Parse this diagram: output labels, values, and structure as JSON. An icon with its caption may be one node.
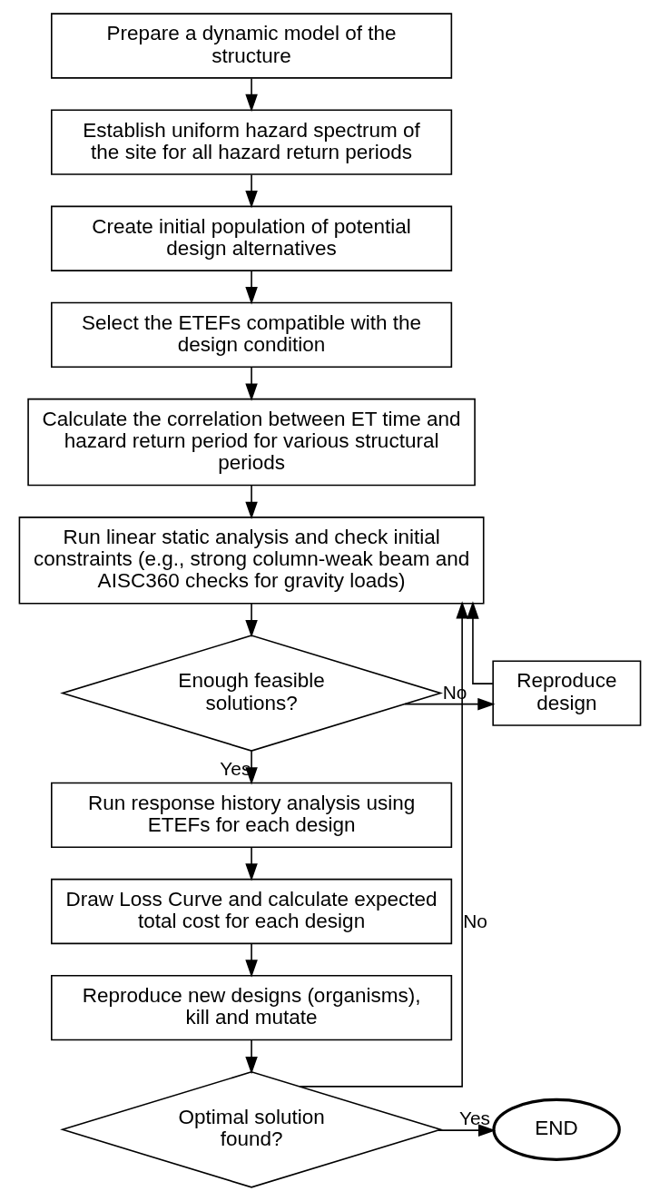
{
  "diagram": {
    "nodes": [
      {
        "text": [
          "Prepare a dynamic model of the structure"
        ]
      },
      {
        "text": [
          "Establish uniform hazard spectrum of the site for all hazard return periods"
        ]
      },
      {
        "text": [
          "Create initial population of potential design alternatives"
        ]
      },
      {
        "text": [
          "Select the ETEFs compatible with the design condition"
        ]
      },
      {
        "text": [
          "Calculate the correlation between ET time and hazard return period for various structural periods"
        ]
      },
      {
        "text": [
          "Run linear static analysis and check initial constraints (e.g., strong column-weak beam and AISC360 checks for gravity loads)"
        ]
      },
      {
        "text": [
          "Enough feasible solutions?"
        ]
      },
      {
        "text": [
          "Reproduce design"
        ]
      },
      {
        "text": [
          "Run response history analysis using ETEFs for each design"
        ]
      },
      {
        "text": [
          "Draw Loss Curve and calculate expected total cost for each design"
        ]
      },
      {
        "text": [
          "Reproduce new designs (organisms), kill and mutate"
        ]
      },
      {
        "text": [
          "Optimal solution found?"
        ]
      },
      {
        "text": [
          "END"
        ]
      }
    ],
    "edges": [
      {
        "from": 0,
        "to": 1,
        "arrow": "to"
      },
      {
        "from": 1,
        "to": 2,
        "arrow": "to"
      },
      {
        "from": 2,
        "to": 3,
        "arrow": "to"
      },
      {
        "from": 3,
        "to": 4,
        "arrow": "to"
      },
      {
        "from": 4,
        "to": 5,
        "arrow": "to"
      },
      {
        "from": 5,
        "to": 6,
        "arrow": "to"
      },
      {
        "from": 6,
        "to": 7,
        "arrow": "to",
        "label": "No"
      },
      {
        "from": 7,
        "to": 5,
        "arrow": "to"
      },
      {
        "from": 6,
        "to": 8,
        "arrow": "to",
        "label": "Yes"
      },
      {
        "from": 8,
        "to": 9,
        "arrow": "to"
      },
      {
        "from": 9,
        "to": 10,
        "arrow": "to"
      },
      {
        "from": 10,
        "to": 11,
        "arrow": "to"
      },
      {
        "from": 11,
        "to": 5,
        "arrow": "to",
        "label": "No"
      },
      {
        "from": 11,
        "to": 12,
        "arrow": "to",
        "label": "Yes"
      }
    ]
  }
}
